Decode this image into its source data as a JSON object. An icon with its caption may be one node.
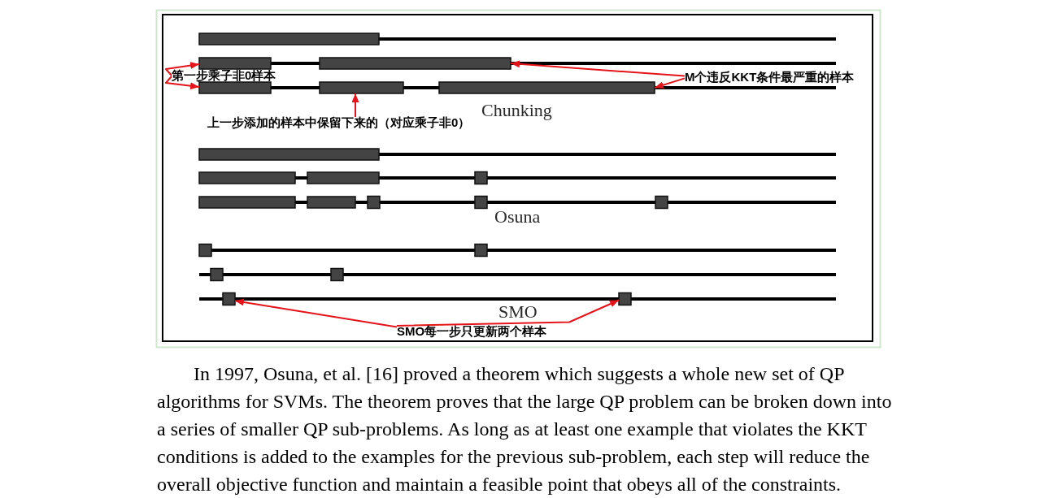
{
  "diagram": {
    "nodes": [
      {
        "text": [],
        "shape": "bar"
      },
      {
        "text": [],
        "shape": "bar"
      },
      {
        "text": [],
        "shape": "bar"
      },
      {
        "text": [
          "第一步乘子非0样本"
        ]
      },
      {
        "text": [
          "M个违反KKT条件最严重的样本"
        ]
      },
      {
        "text": [],
        "shape": "bar"
      },
      {
        "text": [],
        "shape": "bar"
      },
      {
        "text": [],
        "shape": "bar"
      },
      {
        "text": [
          "上一步添加的样本中保留下来的（对应乘子非0）"
        ]
      },
      {
        "text": [],
        "shape": "bar"
      },
      {
        "text": [],
        "shape": "bar"
      },
      {
        "text": [],
        "shape": "bar"
      },
      {
        "text": [],
        "shape": "box"
      },
      {
        "text": [],
        "shape": "bar"
      },
      {
        "text": [],
        "shape": "bar"
      },
      {
        "text": [],
        "shape": "box"
      },
      {
        "text": [],
        "shape": "box"
      },
      {
        "text": [],
        "shape": "box"
      },
      {
        "text": [],
        "shape": "box"
      },
      {
        "text": [],
        "shape": "box"
      },
      {
        "text": [],
        "shape": "box"
      },
      {
        "text": [],
        "shape": "box"
      },
      {
        "text": [],
        "shape": "box"
      },
      {
        "text": [],
        "shape": "box"
      },
      {
        "text": [
          "SMO每一步只更新两个样本"
        ]
      }
    ],
    "edges": [
      {
        "from": 3,
        "to": 1,
        "arrow": "to"
      },
      {
        "from": 3,
        "to": 5,
        "arrow": "to"
      },
      {
        "from": 4,
        "to": 2,
        "arrow": "to"
      },
      {
        "from": 4,
        "to": 7,
        "arrow": "to"
      },
      {
        "from": 8,
        "to": 6,
        "arrow": "to"
      },
      {
        "from": 24,
        "to": 22,
        "arrow": "to"
      },
      {
        "from": 24,
        "to": 23,
        "arrow": "to"
      }
    ],
    "labels": [
      "Chunking",
      "Osuna",
      "SMO",
      "In 1997, Osuna, et al. [16] proved a theorem which suggests a whole new set of QP algorithms for SVMs. The theorem proves that the large QP problem can be broken down into a series of smaller QP sub-problems. As long as at least one example that violates the KKT conditions is added to the examples for the previous sub-problem, each step will reduce the overall objective function and maintain a feasible point that obeys all of the constraints."
    ]
  }
}
